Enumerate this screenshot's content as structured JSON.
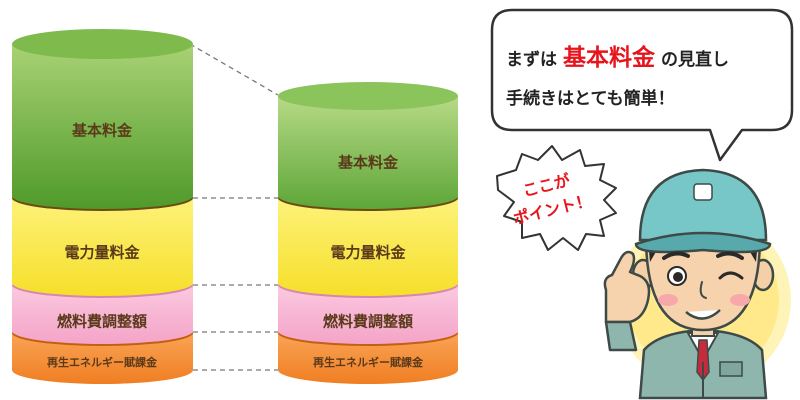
{
  "diagram": {
    "segments": [
      {
        "key": "base",
        "label": "基本料金"
      },
      {
        "key": "energy",
        "label": "電力量料金"
      },
      {
        "key": "fuel",
        "label": "燃料費調整額"
      },
      {
        "key": "renewable",
        "label": "再生エネルギー賦課金"
      }
    ],
    "colors": {
      "green_top": "#a9d275",
      "green_bottom": "#4f9a2a",
      "yellow": "#fbeb4a",
      "pink": "#f8b4d3",
      "orange": "#f58a32",
      "label_text": "#5a3a1a"
    }
  },
  "speech_bubble": {
    "line1_before": "まずは",
    "line1_highlight": "基本料金",
    "line1_after": "の見直し",
    "line2": "手続きはとても簡単！",
    "highlight_color": "#e8141c"
  },
  "burst": {
    "line1": "ここが",
    "line2": "ポイント！"
  },
  "character": {
    "icon": "worker-pointing-icon"
  }
}
